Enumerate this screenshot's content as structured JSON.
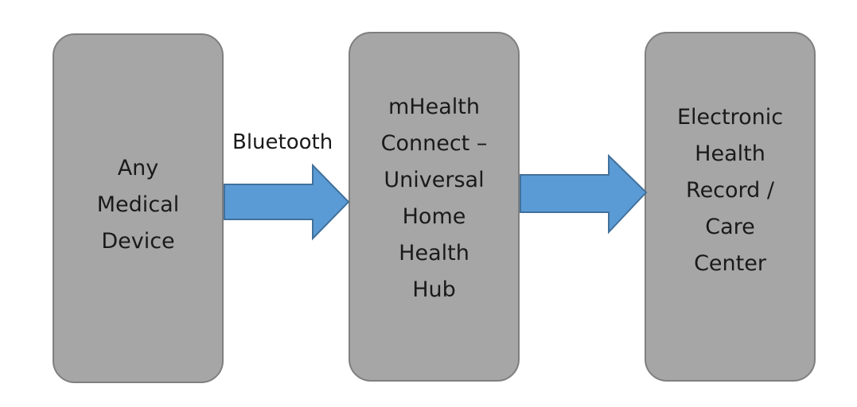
{
  "diagram": {
    "nodes": [
      {
        "id": "device",
        "label": "Any\nMedical\nDevice"
      },
      {
        "id": "hub",
        "label": "mHealth\nConnect –\nUniversal\nHome\nHealth\nHub"
      },
      {
        "id": "ehr",
        "label": "Electronic\nHealth\nRecord /\nCare\nCenter"
      }
    ],
    "edges": [
      {
        "from": "device",
        "to": "hub",
        "label": "Bluetooth"
      },
      {
        "from": "hub",
        "to": "ehr",
        "label": ""
      }
    ],
    "colors": {
      "box_fill": "#a6a6a6",
      "box_border": "#7f7f7f",
      "arrow_fill": "#5b9bd5",
      "arrow_border": "#41719c"
    }
  }
}
